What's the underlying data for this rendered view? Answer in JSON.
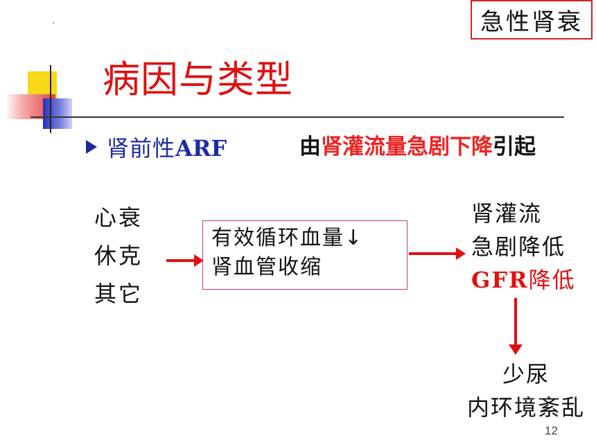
{
  "corner_label": "急性肾衰",
  "title": "病因与类型",
  "bullet": {
    "prefix": "肾前性",
    "suffix": "ARF"
  },
  "cause_sentence": {
    "pre": "由",
    "highlight": "肾灌流量急剧下降",
    "post": "引起"
  },
  "causes": [
    "心衰",
    "休克",
    "其它"
  ],
  "mid_box": {
    "line1": "有效循环血量↓",
    "line2": "肾血管收缩"
  },
  "right": {
    "line1": "肾灌流",
    "line2": "急剧降低",
    "gfr_prefix": "GFR",
    "gfr_suffix": "降低"
  },
  "result": {
    "line1": "少尿",
    "line2": "内环境紊乱"
  },
  "page_number": "12",
  "colors": {
    "title_red": "#e01010",
    "bullet_blue": "#1c2aa8",
    "arrow_red": "#e01010",
    "box_border": "#c8358a"
  }
}
